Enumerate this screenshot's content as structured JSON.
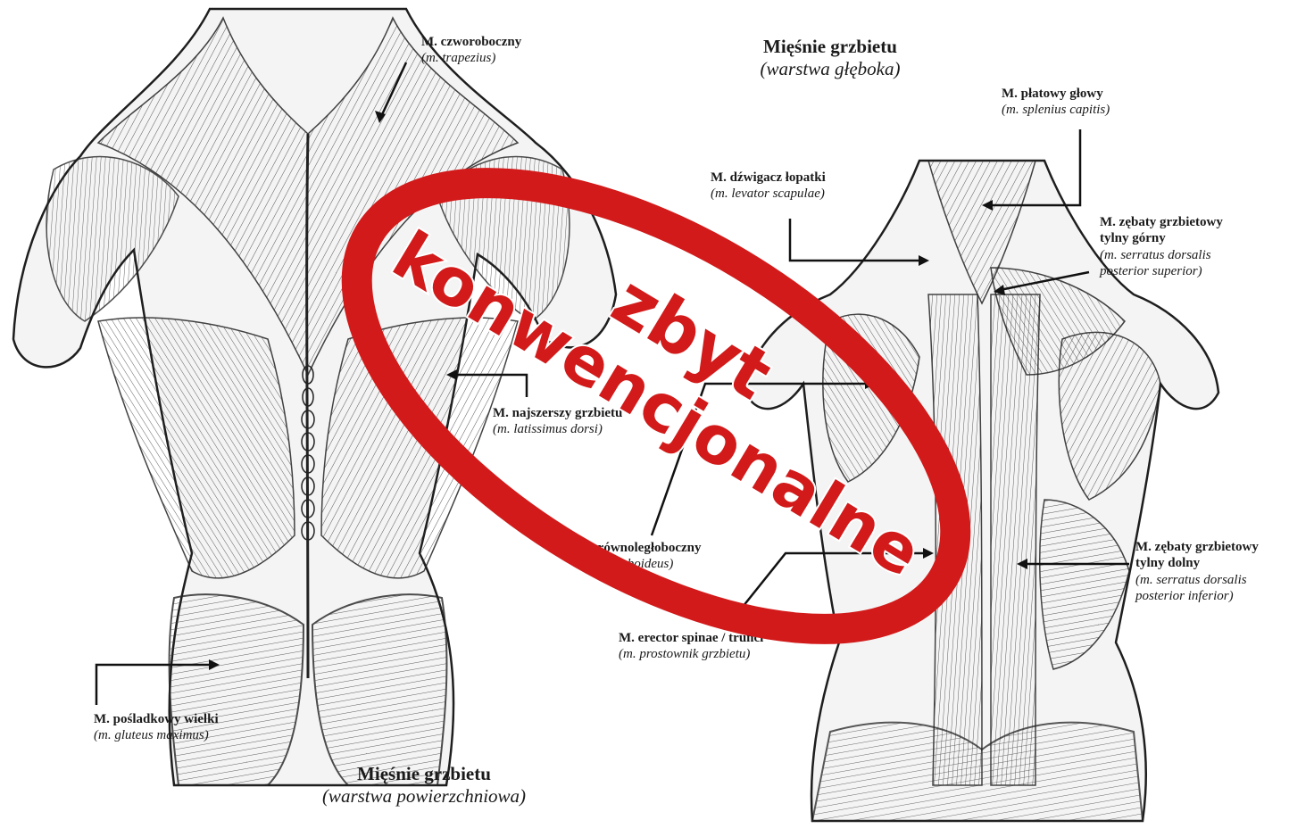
{
  "titles": {
    "deep": {
      "title": "Mięśnie grzbietu",
      "subtitle": "(warstwa głęboka)"
    },
    "superficial": {
      "title": "Mięśnie grzbietu",
      "subtitle": "(warstwa powierzchniowa)"
    }
  },
  "labels": {
    "trapezius": {
      "name": "M. czworoboczny",
      "latin": "(m. trapezius)"
    },
    "latissimus": {
      "name": "M. najszerszy grzbietu",
      "latin": "(m. latissimus dorsi)"
    },
    "rhomboid": {
      "name": "M. równoległoboczny",
      "latin": "(m. rhomboideus)"
    },
    "gluteus": {
      "name": "M. pośladkowy wielki",
      "latin": "(m. gluteus maximus)"
    },
    "splenius": {
      "name": "M. płatowy głowy",
      "latin": "(m. splenius capitis)"
    },
    "levator": {
      "name": "M. dźwigacz łopatki",
      "latin": "(m. levator scapulae)"
    },
    "serratus_sup": {
      "name1": "M. zębaty grzbietowy",
      "name2": "tylny górny",
      "latin1": "(m. serratus dorsalis",
      "latin2": "posterior superior)"
    },
    "serratus_inf": {
      "name1": "M. zębaty grzbietowy",
      "name2": "tylny dolny",
      "latin1": "(m. serratus dorsalis",
      "latin2": "posterior inferior)"
    },
    "erector": {
      "name": "M. erector spinae / trunci",
      "latin": "(m. prostownik grzbietu)"
    }
  },
  "stamp": {
    "line1": "zbyt",
    "line2": "konwencjonalne",
    "color": "#d21a1a"
  }
}
